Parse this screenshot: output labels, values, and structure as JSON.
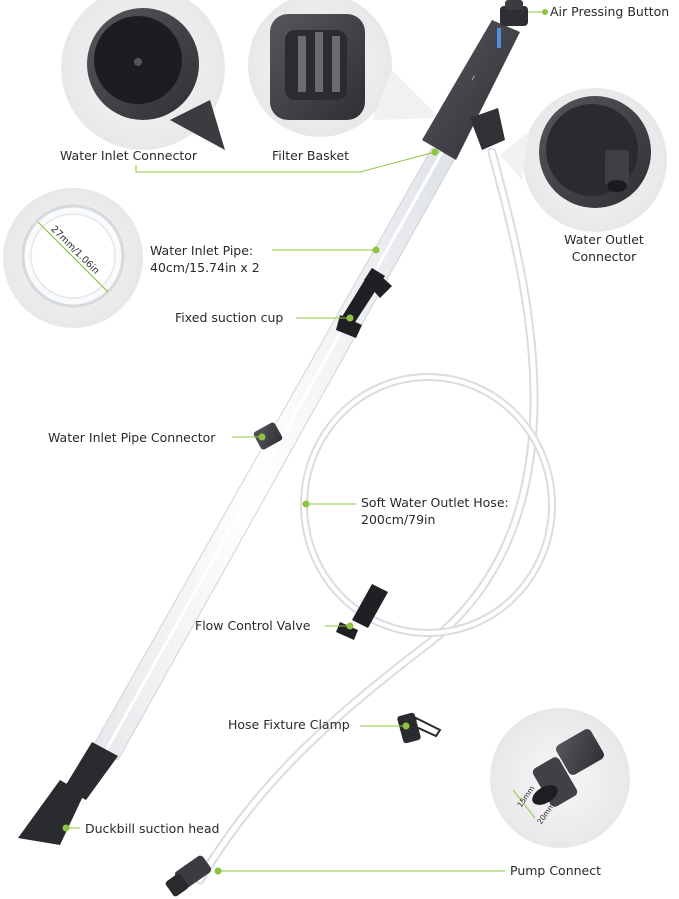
{
  "labels": {
    "air_pressing_button": "Air Pressing Button",
    "water_inlet_connector": "Water Inlet Connector",
    "filter_basket": "Filter Basket",
    "water_outlet_connector_line1": "Water Outlet",
    "water_outlet_connector_line2": "Connector",
    "water_inlet_pipe_line1": "Water Inlet Pipe:",
    "water_inlet_pipe_line2": "40cm/15.74in x 2",
    "fixed_suction_cup": "Fixed suction cup",
    "water_inlet_pipe_connector": "Water Inlet Pipe Connector",
    "soft_water_outlet_hose_line1": "Soft Water Outlet Hose:",
    "soft_water_outlet_hose_line2": "200cm/79in",
    "flow_control_valve": "Flow Control Valve",
    "hose_fixture_clamp": "Hose Fixture Clamp",
    "duckbill_suction_head": "Duckbill suction head",
    "pump_connect": "Pump Connect"
  },
  "dimensions": {
    "pipe_diameter": "27mm/1.06in",
    "pump_inner": "15mm",
    "pump_outer": "20mm"
  },
  "colors": {
    "leader_line": "#8cc63f",
    "marker_dot": "#8cc63f",
    "dark_plastic": "#3b3d42",
    "accent_blue": "#4d8fe0",
    "pipe_edge": "#c9cdd2",
    "detail_circle": "#eeeeee"
  }
}
